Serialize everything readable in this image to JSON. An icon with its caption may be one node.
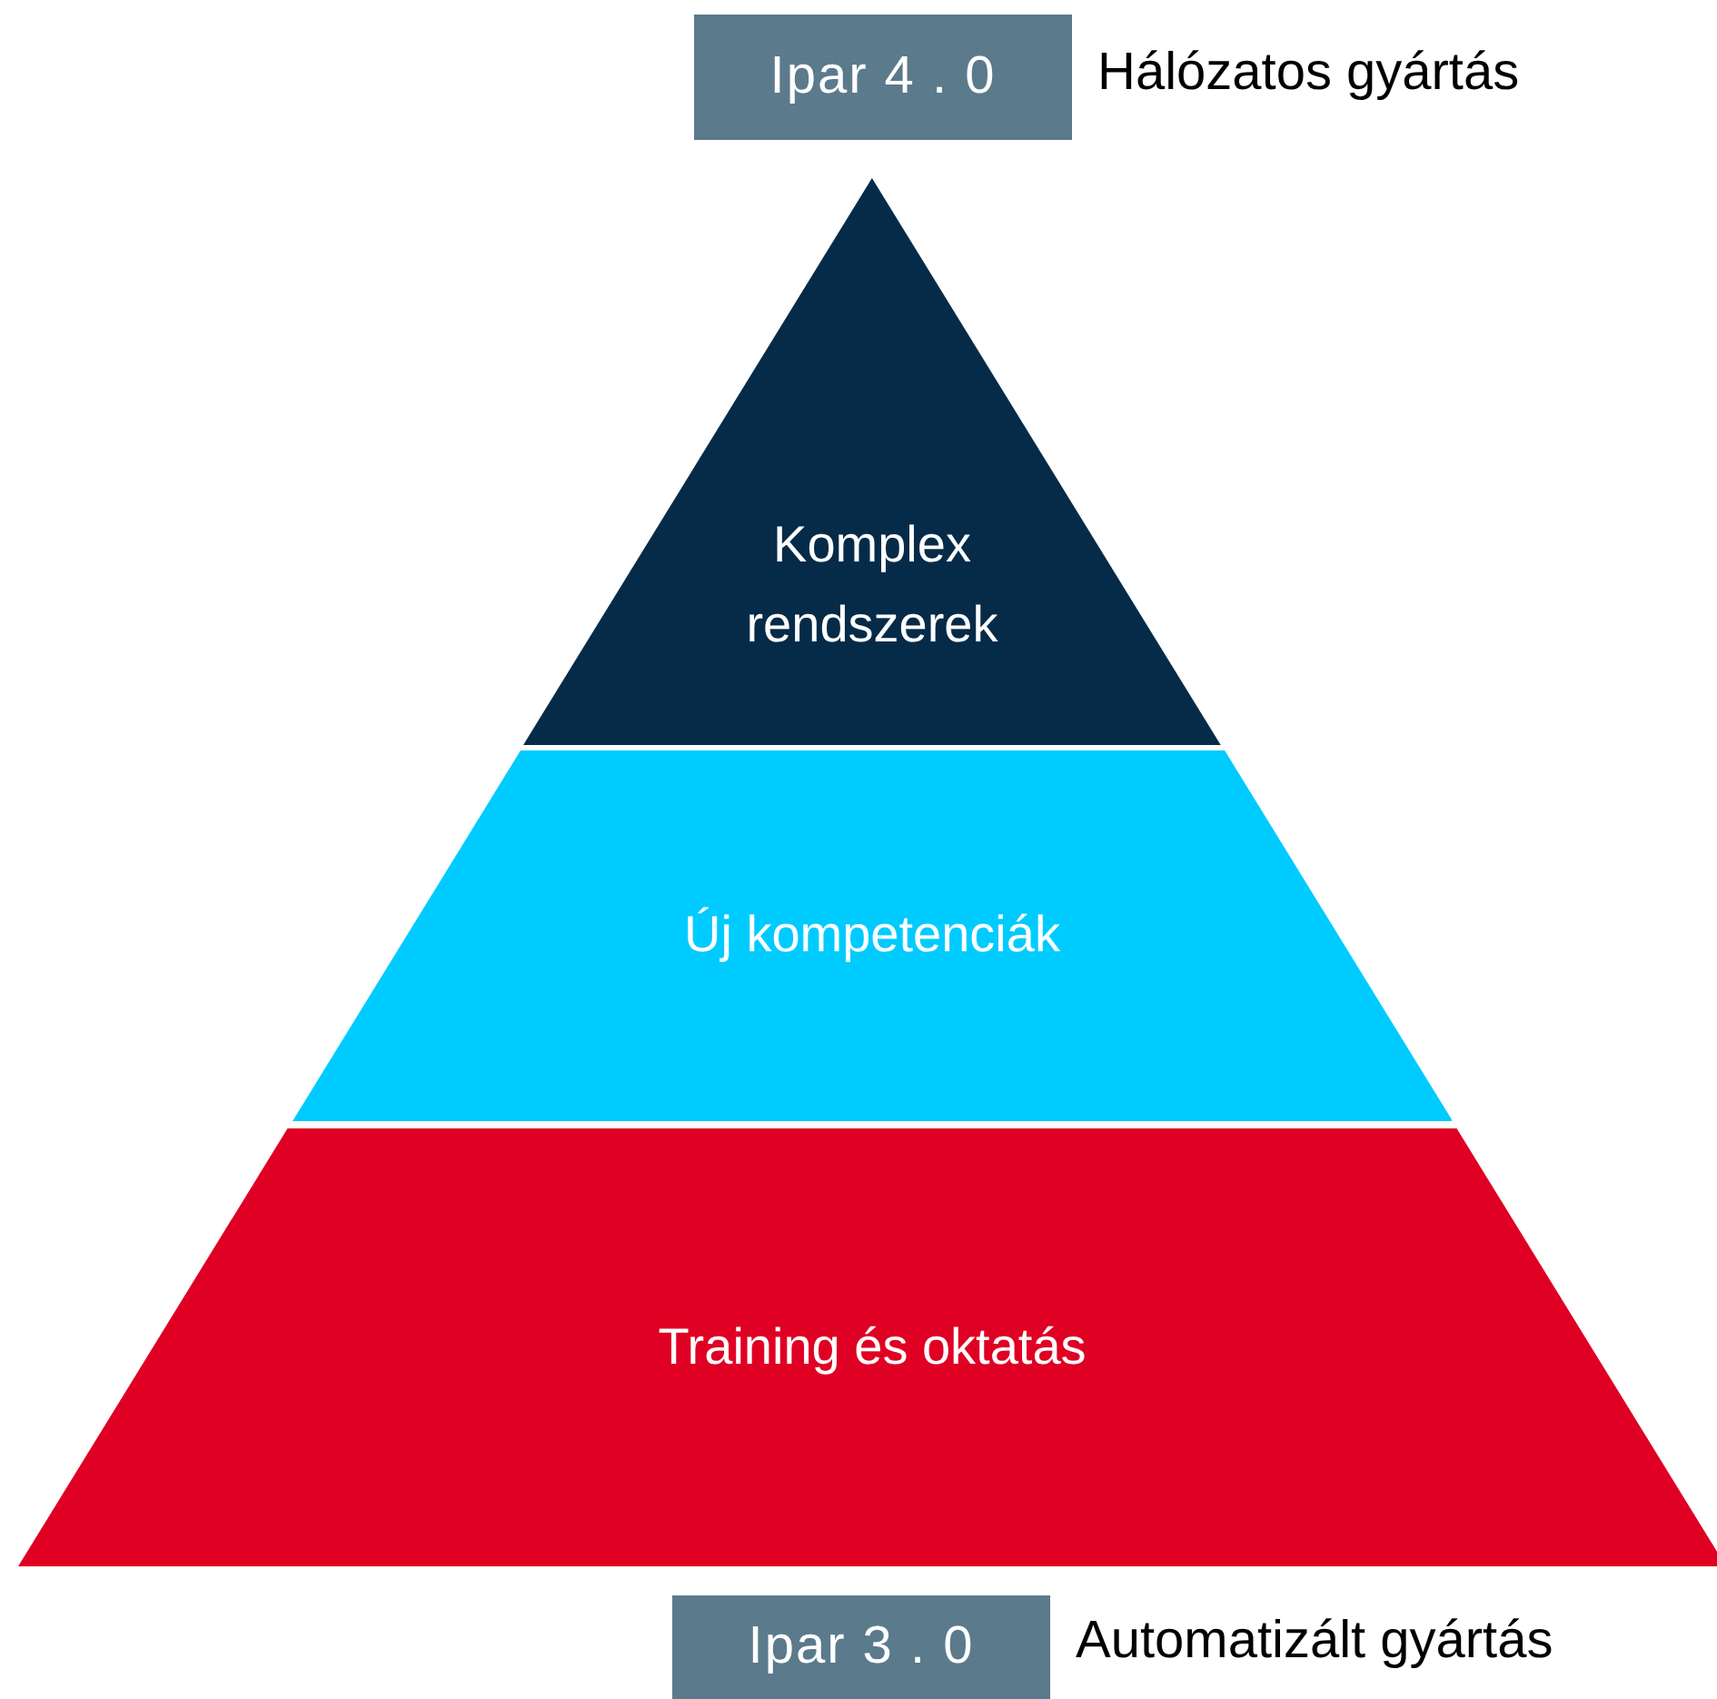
{
  "diagram": {
    "nodes": [
      {
        "text": [
          "Ipar 4 . 0"
        ],
        "beside": [
          "Hálózatos gyártás"
        ]
      },
      {
        "text": [
          "Komplex rendszerek"
        ]
      },
      {
        "text": [
          "Új kompetenciák"
        ]
      },
      {
        "text": [
          "Training és oktatás"
        ]
      },
      {
        "text": [
          "Ipar 3 . 0"
        ],
        "beside": [
          "Automatizált gyártás"
        ]
      }
    ]
  }
}
